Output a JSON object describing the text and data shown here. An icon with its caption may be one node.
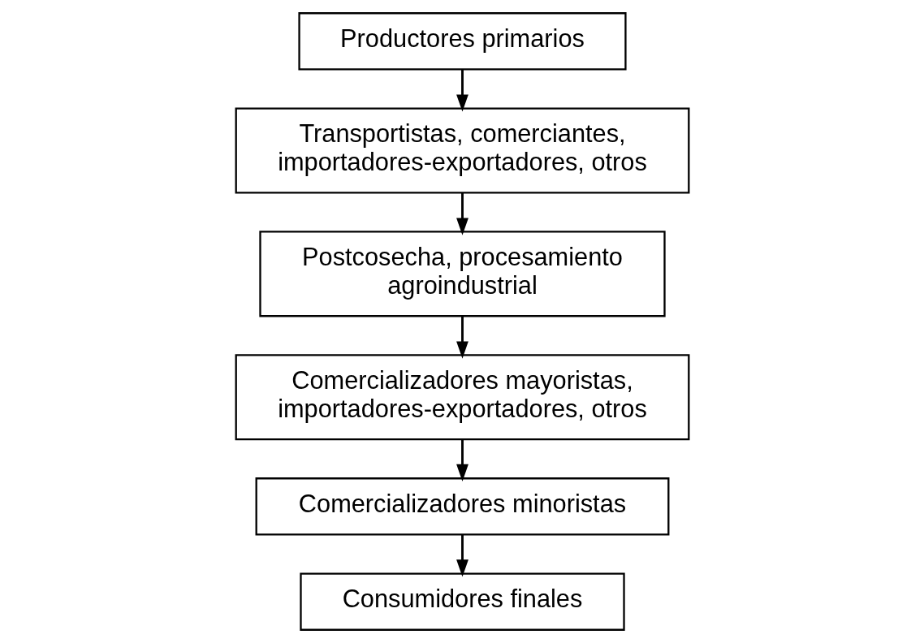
{
  "diagram": {
    "nodes": [
      {
        "text": [
          "Productores primarios"
        ]
      },
      {
        "text": [
          "Transportistas, comerciantes, importadores-exportadores, otros"
        ]
      },
      {
        "text": [
          "Postcosecha, procesamiento agroindustrial"
        ]
      },
      {
        "text": [
          "Comercializadores mayoristas, importadores-exportadores, otros"
        ]
      },
      {
        "text": [
          "Comercializadores minoristas"
        ]
      },
      {
        "text": [
          "Consumidores finales"
        ]
      }
    ],
    "edges": [
      {
        "from": 0,
        "to": 1,
        "arrow": "to"
      },
      {
        "from": 1,
        "to": 2,
        "arrow": "to"
      },
      {
        "from": 2,
        "to": 3,
        "arrow": "to"
      },
      {
        "from": 3,
        "to": 4,
        "arrow": "to"
      },
      {
        "from": 4,
        "to": 5,
        "arrow": "to"
      }
    ]
  }
}
